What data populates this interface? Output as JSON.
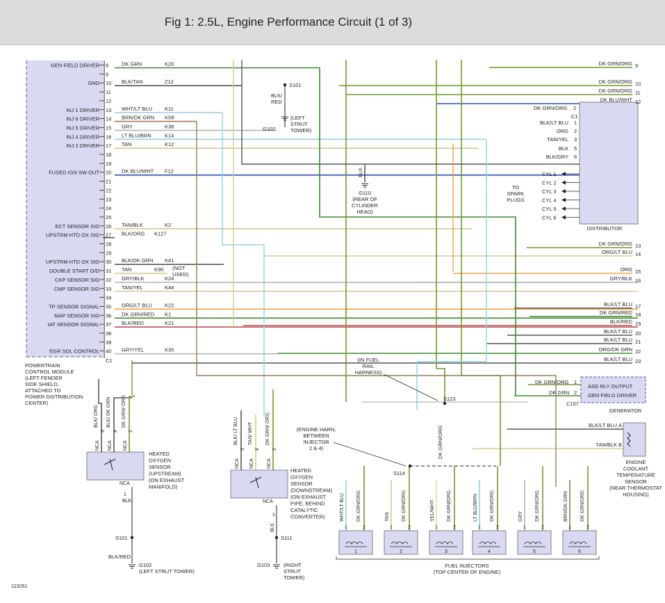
{
  "title": "Fig 1: 2.5L, Engine Performance Circuit (1 of 3)",
  "figure_id": "123261",
  "pcm": {
    "connector": "C1",
    "caption": [
      "POWERTRAIN",
      "CONTROL MODULE",
      "(LEFT FENDER",
      "SIDE SHIELD,",
      "ATTACHED TO",
      "POWER DISTRIBUTION",
      "CENTER)"
    ],
    "pin_labels": [
      {
        "pin": "8",
        "label": "GEN FIELD DRIVER",
        "wire": "DK GRN",
        "circuit": "K20"
      },
      {
        "pin": "9",
        "label": "",
        "wire": "",
        "circuit": ""
      },
      {
        "pin": "10",
        "label": "GND",
        "wire": "BLK/TAN",
        "circuit": "Z12"
      },
      {
        "pin": "11",
        "label": "",
        "wire": "",
        "circuit": ""
      },
      {
        "pin": "12",
        "label": "",
        "wire": "",
        "circuit": ""
      },
      {
        "pin": "13",
        "label": "INJ 1 DRIVER",
        "wire": "WHT/LT BLU",
        "circuit": "K11"
      },
      {
        "pin": "14",
        "label": "INJ 6 DRIVER",
        "wire": "BRN/DK GRN",
        "circuit": "K58"
      },
      {
        "pin": "15",
        "label": "INJ 5 DRIVER",
        "wire": "GRY",
        "circuit": "K38"
      },
      {
        "pin": "16",
        "label": "INJ 4 DRIVER",
        "wire": "LT BLU/BRN",
        "circuit": "K14"
      },
      {
        "pin": "17",
        "label": "INJ 2 DRIVER",
        "wire": "TAN",
        "circuit": "K12"
      },
      {
        "pin": "18",
        "label": "",
        "wire": "",
        "circuit": ""
      },
      {
        "pin": "19",
        "label": "",
        "wire": "",
        "circuit": ""
      },
      {
        "pin": "20",
        "label": "FUSED IGN SW OUT",
        "wire": "DK BLU/WHT",
        "circuit": "F12"
      },
      {
        "pin": "21",
        "label": "",
        "wire": "",
        "circuit": ""
      },
      {
        "pin": "22",
        "label": "",
        "wire": "",
        "circuit": ""
      },
      {
        "pin": "23",
        "label": "",
        "wire": "",
        "circuit": ""
      },
      {
        "pin": "24",
        "label": "",
        "wire": "",
        "circuit": ""
      },
      {
        "pin": "25",
        "label": "",
        "wire": "",
        "circuit": ""
      },
      {
        "pin": "26",
        "label": "ECT SENSOR SIG",
        "wire": "TAN/BLK",
        "circuit": "K2"
      },
      {
        "pin": "27",
        "label": "UPSTRM HTD OX SIG",
        "wire": "BLK/ORG",
        "circuit": "K127"
      },
      {
        "pin": "28",
        "label": "",
        "wire": "",
        "circuit": ""
      },
      {
        "pin": "29",
        "label": "",
        "wire": "",
        "circuit": ""
      },
      {
        "pin": "30",
        "label": "UPSTRM HTD OX SIG",
        "wire": "BLK/DK GRN",
        "circuit": "K41"
      },
      {
        "pin": "31",
        "label": "DOUBLE START O/D",
        "wire": "TAN",
        "circuit": "K90"
      },
      {
        "pin": "32",
        "label": "CKP SENSOR SIG",
        "wire": "GRY/BLK",
        "circuit": "K24"
      },
      {
        "pin": "33",
        "label": "CMP SENSOR SIG",
        "wire": "TAN/YEL",
        "circuit": "K44"
      },
      {
        "pin": "34",
        "label": "",
        "wire": "",
        "circuit": ""
      },
      {
        "pin": "35",
        "label": "TP SENSOR SIGNAL",
        "wire": "ORG/LT BLU",
        "circuit": "K22"
      },
      {
        "pin": "36",
        "label": "MAP SENSOR SIG",
        "wire": "DK GRN/RED",
        "circuit": "K1"
      },
      {
        "pin": "37",
        "label": "IAT SENSOR SIGNAL",
        "wire": "BLK/RED",
        "circuit": "K21"
      },
      {
        "pin": "38",
        "label": "",
        "wire": "",
        "circuit": ""
      },
      {
        "pin": "39",
        "label": "",
        "wire": "",
        "circuit": ""
      },
      {
        "pin": "40",
        "label": "EGR SOL CONTROL",
        "wire": "GRY/YEL",
        "circuit": "K35"
      }
    ],
    "not_used": [
      "(NOT",
      "USED)"
    ]
  },
  "splice_s101_top": {
    "name": "S101",
    "wire": [
      "BLK/",
      "RED"
    ],
    "ground": "G102",
    "location": [
      "(LEFT",
      "STRUT",
      "TOWER)"
    ]
  },
  "ground_g110": {
    "wire": "BLK",
    "name": "G110",
    "location": [
      "(REAR OF",
      "CYLINDER",
      "HEAD)"
    ]
  },
  "distributor": {
    "label": "DISTRIBUTOR",
    "connector": "C1",
    "pins": [
      {
        "pin": "1",
        "wire": "BLK/LT BLU"
      },
      {
        "pin": "2",
        "wire": "ORG"
      },
      {
        "pin": "3",
        "wire": "TAN/YEL"
      },
      {
        "pin": "5",
        "wire": "BLK"
      },
      {
        "pin": "6",
        "wire": "BLK/GRY"
      }
    ],
    "top_wire": {
      "wire": "DK GRN/ORG",
      "pin": "2"
    },
    "cylinders": [
      "CYL 1",
      "CYL 2",
      "CYL 3",
      "CYL 4",
      "CYL 5",
      "CYL 6"
    ],
    "spark_note": [
      "TO",
      "SPARK",
      "PLUGS"
    ]
  },
  "right_refs": [
    {
      "num": "9",
      "wire": "DK GRN/ORG"
    },
    {
      "num": "10",
      "wire": "DK GRN/ORG"
    },
    {
      "num": "11",
      "wire": "DK GRN/ORG"
    },
    {
      "num": "12",
      "wire": "DK BLU/WHT"
    },
    {
      "num": "13",
      "wire": "DK GRN/ORG"
    },
    {
      "num": "14",
      "wire": "ORG/LT BLU"
    },
    {
      "num": "15",
      "wire": "ORG"
    },
    {
      "num": "16",
      "wire": "GRY/BLK"
    },
    {
      "num": "17",
      "wire": "BLK/LT BLU"
    },
    {
      "num": "18",
      "wire": "DK GRN/RED"
    },
    {
      "num": "19",
      "wire": "BLK/RED"
    },
    {
      "num": "20",
      "wire": "BLK/LT BLU"
    },
    {
      "num": "21",
      "wire": "BLK/LT BLU"
    },
    {
      "num": "22",
      "wire": "ORG/DK GRN"
    },
    {
      "num": "23",
      "wire": "BLK/LT BLU"
    }
  ],
  "generator": {
    "label": "GENERATOR",
    "connector": "C157",
    "pins": [
      {
        "pin": "1",
        "wire": "DK GRN/ORG",
        "label": "ASD RLY OUTPUT"
      },
      {
        "pin": "2",
        "wire": "DK GRN",
        "label": "GEN FIELD DRIVER"
      }
    ]
  },
  "ect_sensor": {
    "label": [
      "ENGINE",
      "COOLANT",
      "TEMPERATURE",
      "SENSOR",
      "(NEAR THERMOSTAT",
      "HOUSING)"
    ],
    "pins": [
      {
        "pin": "A",
        "wire": "BLK/LT BLU"
      },
      {
        "pin": "B",
        "wire": "TAN/BLK"
      }
    ]
  },
  "notes": {
    "fuel_rail": [
      "(IN FUEL",
      "RAIL",
      "HARNESS)"
    ],
    "engine_harn": [
      "(ENGINE HARN,",
      "BETWEEN",
      "INJECTOR",
      "2 & 4)"
    ]
  },
  "splices": {
    "s123": "S123",
    "s114": "S114",
    "s111": "S111",
    "s101": "S101"
  },
  "o2_upstream": {
    "label": [
      "HEATED",
      "OXYGEN",
      "SENSOR",
      "(UPSTREAM)",
      "(ON EXHAUST",
      "MANIFOLD)"
    ],
    "pins": [
      {
        "pin": "3",
        "wire": "BLK/ ORG"
      },
      {
        "pin": "4",
        "wire": "BLK/ DK GRN"
      },
      {
        "pin": "2",
        "wire": "DK GRN/ ORG"
      }
    ],
    "nca": "NCA",
    "ground_pin": "1",
    "ground_wire": "BLK",
    "splice": "S101",
    "splice_wire": "BLK/RED",
    "ground": "G102",
    "ground_location": "(LEFT STRUT TOWER)"
  },
  "o2_downstream": {
    "label": [
      "HEATED",
      "OXYGEN",
      "SENSOR",
      "(DOWNSTREAM)",
      "(ON EXHAUST",
      "PIPE, BEHIND",
      "CATALYTIC",
      "CONVERTER)"
    ],
    "pins": [
      {
        "pin": "3",
        "wire": "BLK/ LT BLU"
      },
      {
        "pin": "4",
        "wire": "TAN/ WHT"
      },
      {
        "pin": "2",
        "wire": "DK GRN/ ORG"
      }
    ],
    "nca": "NCA",
    "ground_pin": "1",
    "ground_wire": "BLK",
    "splice": "S111",
    "ground": "G103",
    "ground_location": [
      "(RIGHT",
      "STRUT",
      "TOWER)"
    ]
  },
  "injectors": {
    "label": [
      "FUEL INJECTORS",
      "(TOP CENTER OF ENGINE)"
    ],
    "s123_wire": "DK GRN/ORG",
    "items": [
      {
        "num": "1",
        "wire1": "WHT/LT BLU",
        "wire2": "DK GRN/ORG"
      },
      {
        "num": "2",
        "wire1": "TAN",
        "wire2": "DK GRN/ORG"
      },
      {
        "num": "3",
        "wire1": "YEL/WHT",
        "wire2": "DK GRN/ORG"
      },
      {
        "num": "4",
        "wire1": "LT BLU/BRN",
        "wire2": "DK GRN/ORG"
      },
      {
        "num": "5",
        "wire1": "GRY",
        "wire2": "DK GRN/ORG"
      },
      {
        "num": "6",
        "wire1": "BRN/DK GRN",
        "wire2": "DK GRN/ORG"
      }
    ]
  },
  "colors": {
    "module_fill": "#d9d9f2",
    "module_stroke": "#5a5aa8",
    "dk_grn": "#3b8a2e",
    "dk_grn_org": "#6f9a2b",
    "lt_blu": "#8fd3e3",
    "tan": "#d8c78e",
    "gry": "#b5b5b5",
    "org": "#f0a14a",
    "blk": "#555555",
    "dk_blu": "#2b4bb0",
    "red": "#c0504d",
    "brn": "#9a7a52"
  }
}
